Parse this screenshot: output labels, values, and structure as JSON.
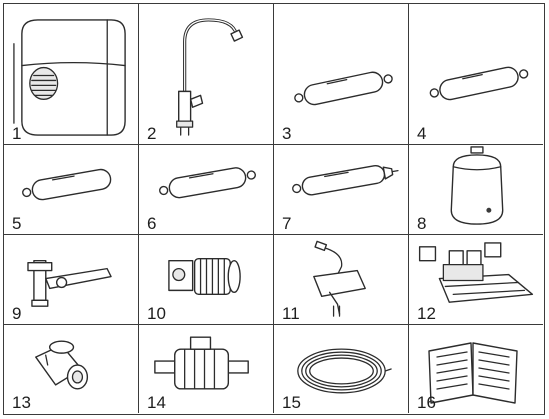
{
  "parts": [
    {
      "number": "1",
      "icon": "water-purifier-unit-icon"
    },
    {
      "number": "2",
      "icon": "faucet-icon"
    },
    {
      "number": "3",
      "icon": "filter-cartridge-icon"
    },
    {
      "number": "4",
      "icon": "filter-cartridge-icon"
    },
    {
      "number": "5",
      "icon": "filter-cartridge-icon"
    },
    {
      "number": "6",
      "icon": "filter-cartridge-icon"
    },
    {
      "number": "7",
      "icon": "filter-cartridge-icon"
    },
    {
      "number": "8",
      "icon": "pressure-tank-icon"
    },
    {
      "number": "9",
      "icon": "ball-valve-icon"
    },
    {
      "number": "10",
      "icon": "booster-pump-icon"
    },
    {
      "number": "11",
      "icon": "power-adapter-icon"
    },
    {
      "number": "12",
      "icon": "valve-assembly-icon"
    },
    {
      "number": "13",
      "icon": "pipe-fitting-icon"
    },
    {
      "number": "14",
      "icon": "tee-connector-icon"
    },
    {
      "number": "15",
      "icon": "tubing-coil-icon"
    },
    {
      "number": "16",
      "icon": "manual-book-icon"
    }
  ]
}
